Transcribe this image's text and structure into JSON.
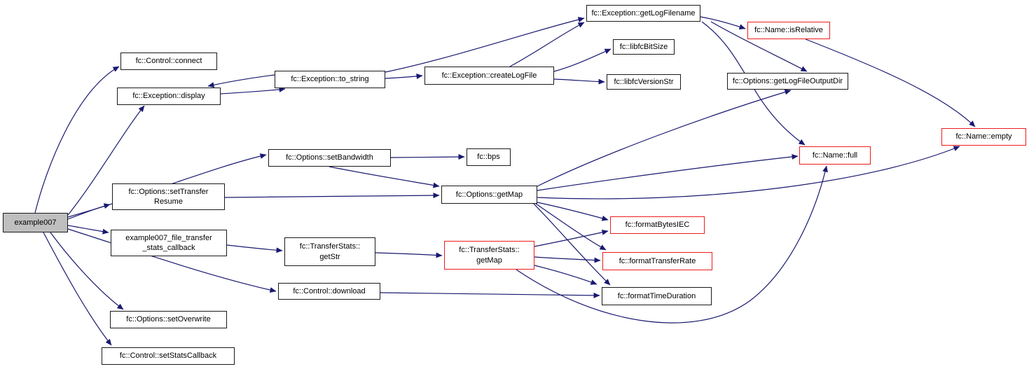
{
  "diagram_type": "doxygen-call-graph",
  "colors": {
    "edge_color": "#191970",
    "node_border": "#1a1a1a",
    "truncated_border": "#ee1c1c",
    "root_fill": "#bfbfbf",
    "node_fill": "#ffffff",
    "text_color": "#000000",
    "background": "#ffffff"
  },
  "nodes": {
    "example007": {
      "label": "example007",
      "type": "root"
    },
    "control_connect": {
      "label": "fc::Control::connect",
      "type": "normal"
    },
    "exception_display": {
      "label": "fc::Exception::display",
      "type": "normal"
    },
    "exception_to_string": {
      "label": "fc::Exception::to_string",
      "type": "normal"
    },
    "exception_createLogFile": {
      "label": "fc::Exception::createLogFile",
      "type": "normal"
    },
    "exception_getLogFilename": {
      "label": "fc::Exception::getLogFilename",
      "type": "normal"
    },
    "libfcBitSize": {
      "label": "fc::libfcBitSize",
      "type": "normal"
    },
    "libfcVersionStr": {
      "label": "fc::libfcVersionStr",
      "type": "normal"
    },
    "name_isRelative": {
      "label": "fc::Name::isRelative",
      "type": "truncated"
    },
    "options_getLogFileOutputDir": {
      "label": "fc::Options::getLogFileOutputDir",
      "type": "normal"
    },
    "name_empty": {
      "label": "fc::Name::empty",
      "type": "truncated"
    },
    "name_full": {
      "label": "fc::Name::full",
      "type": "truncated"
    },
    "options_setBandwidth": {
      "label": "fc::Options::setBandwidth",
      "type": "normal"
    },
    "bps": {
      "label": "fc::bps",
      "type": "normal"
    },
    "options_getMap": {
      "label": "fc::Options::getMap",
      "type": "normal"
    },
    "options_setTransferResume": {
      "label": "fc::Options::setTransfer\nResume",
      "type": "normal"
    },
    "stats_callback": {
      "label": "example007_file_transfer\n_stats_callback",
      "type": "normal"
    },
    "transferstats_getStr": {
      "label": "fc::TransferStats::\ngetStr",
      "type": "normal"
    },
    "transferstats_getMap": {
      "label": "fc::TransferStats::\ngetMap",
      "type": "truncated"
    },
    "formatBytesIEC": {
      "label": "fc::formatBytesIEC",
      "type": "truncated"
    },
    "formatTransferRate": {
      "label": "fc::formatTransferRate",
      "type": "truncated"
    },
    "formatTimeDuration": {
      "label": "fc::formatTimeDuration",
      "type": "normal"
    },
    "control_download": {
      "label": "fc::Control::download",
      "type": "normal"
    },
    "options_setOverwrite": {
      "label": "fc::Options::setOverwrite",
      "type": "normal"
    },
    "control_setStatsCallback": {
      "label": "fc::Control::setStatsCallback",
      "type": "normal"
    }
  },
  "edges": [
    {
      "from": "example007",
      "to": "control_connect"
    },
    {
      "from": "example007",
      "to": "exception_display"
    },
    {
      "from": "example007",
      "to": "options_setBandwidth"
    },
    {
      "from": "example007",
      "to": "options_setTransferResume"
    },
    {
      "from": "example007",
      "to": "stats_callback"
    },
    {
      "from": "example007",
      "to": "control_download"
    },
    {
      "from": "example007",
      "to": "options_setOverwrite"
    },
    {
      "from": "example007",
      "to": "control_setStatsCallback"
    },
    {
      "from": "exception_to_string",
      "to": "exception_display"
    },
    {
      "from": "exception_display",
      "to": "exception_to_string"
    },
    {
      "from": "exception_to_string",
      "to": "exception_createLogFile"
    },
    {
      "from": "exception_to_string",
      "to": "exception_getLogFilename"
    },
    {
      "from": "exception_createLogFile",
      "to": "exception_getLogFilename"
    },
    {
      "from": "exception_createLogFile",
      "to": "libfcBitSize"
    },
    {
      "from": "exception_createLogFile",
      "to": "libfcVersionStr"
    },
    {
      "from": "exception_getLogFilename",
      "to": "name_isRelative"
    },
    {
      "from": "exception_getLogFilename",
      "to": "options_getLogFileOutputDir"
    },
    {
      "from": "exception_getLogFilename",
      "to": "name_full"
    },
    {
      "from": "name_isRelative",
      "to": "name_empty"
    },
    {
      "from": "options_setBandwidth",
      "to": "bps"
    },
    {
      "from": "options_setBandwidth",
      "to": "options_getMap"
    },
    {
      "from": "options_setTransferResume",
      "to": "options_getMap"
    },
    {
      "from": "options_getMap",
      "to": "options_getLogFileOutputDir"
    },
    {
      "from": "options_getMap",
      "to": "name_full"
    },
    {
      "from": "options_getMap",
      "to": "name_empty"
    },
    {
      "from": "options_getMap",
      "to": "formatBytesIEC"
    },
    {
      "from": "options_getMap",
      "to": "formatTransferRate"
    },
    {
      "from": "options_getMap",
      "to": "formatTimeDuration"
    },
    {
      "from": "stats_callback",
      "to": "transferstats_getStr"
    },
    {
      "from": "transferstats_getStr",
      "to": "transferstats_getMap"
    },
    {
      "from": "transferstats_getMap",
      "to": "formatBytesIEC"
    },
    {
      "from": "transferstats_getMap",
      "to": "formatTransferRate"
    },
    {
      "from": "transferstats_getMap",
      "to": "formatTimeDuration"
    },
    {
      "from": "transferstats_getMap",
      "to": "name_full"
    },
    {
      "from": "control_download",
      "to": "formatTimeDuration"
    }
  ]
}
